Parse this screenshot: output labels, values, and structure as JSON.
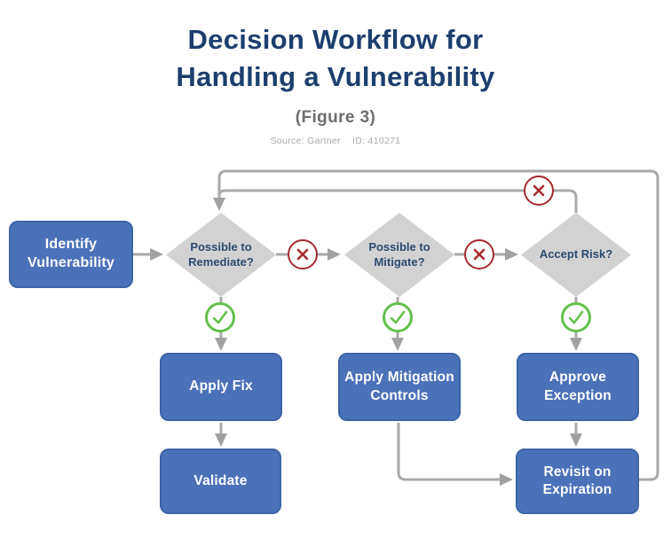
{
  "header": {
    "title_line1": "Decision Workflow for",
    "title_line2": "Handling a Vulnerability",
    "figure_label": "(Figure 3)",
    "source_label": "Source: Gartner",
    "id_label": "ID: 410271"
  },
  "flowchart": {
    "start": {
      "label": "Identify Vulnerability"
    },
    "decisions": [
      {
        "label": "Possible to Remediate?"
      },
      {
        "label": "Possible to Mitigate?"
      },
      {
        "label": "Accept Risk?"
      }
    ],
    "actions": [
      {
        "label": "Apply Fix"
      },
      {
        "label": "Apply Mitigation Controls"
      },
      {
        "label": "Approve Exception"
      },
      {
        "label": "Validate"
      },
      {
        "label": "Revisit on Expiration"
      }
    ],
    "edge_icons": {
      "no": "x-circle",
      "yes": "check-circle"
    }
  },
  "colors": {
    "title_navy": "#1d3e6e",
    "box_blue": "#4a72b8",
    "box_border_blue": "#3c64a6",
    "diamond_gray": "#d2d2d2",
    "diamond_text_navy": "#2c4a70",
    "connector_gray": "#a9a9a9",
    "no_red": "#a52a2e",
    "yes_green": "#64bf4c",
    "figure_gray": "#6d6e71",
    "source_gray": "#a7a9ac"
  }
}
